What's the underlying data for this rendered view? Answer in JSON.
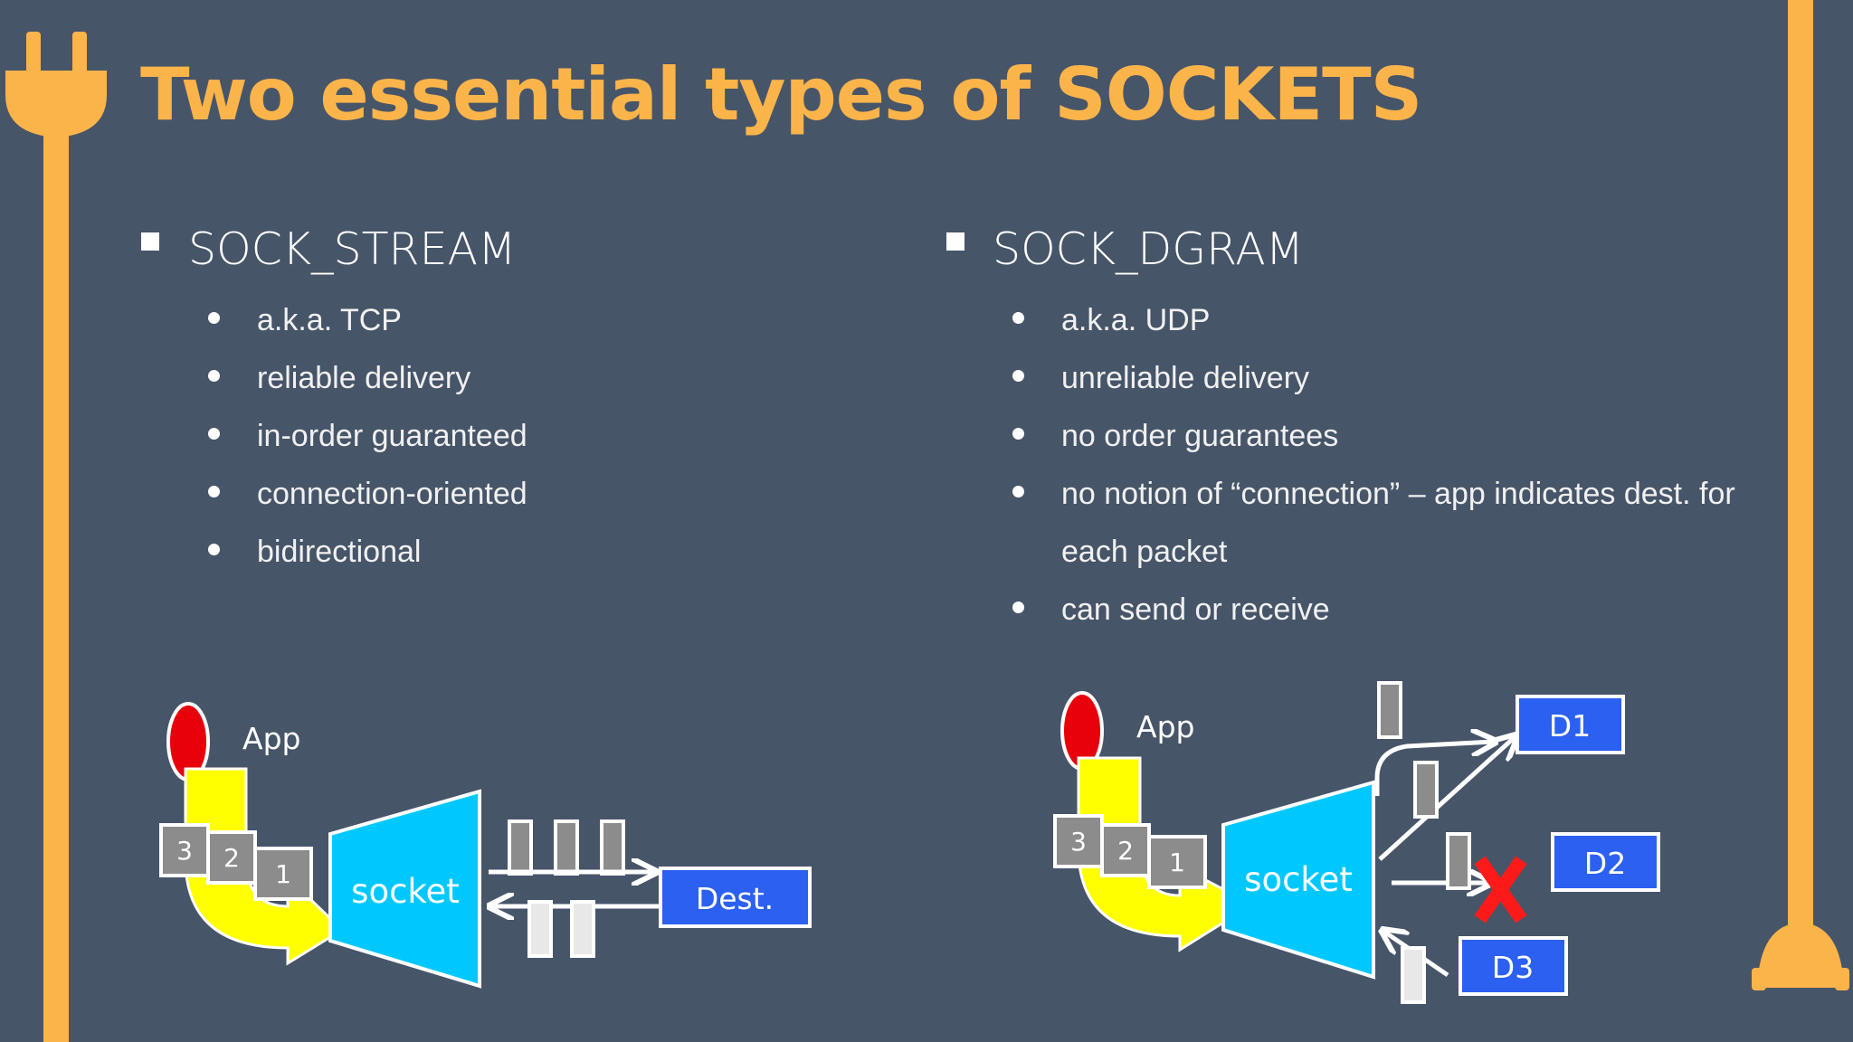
{
  "slide": {
    "title": "Two essential types of SOCKETS",
    "accent_color": "#fbb44a",
    "background_color": "#475569",
    "decoration": {
      "left": "power-plug-icon",
      "right": "power-plug-icon"
    }
  },
  "left_column": {
    "heading": "SOCK_STREAM",
    "bullets": [
      "a.k.a. TCP",
      "reliable delivery",
      "in-order guaranteed",
      "connection-oriented",
      "bidirectional"
    ],
    "diagram": {
      "app_label": "App",
      "socket_label": "socket",
      "packets": [
        "3",
        "2",
        "1"
      ],
      "dest_label": "Dest."
    }
  },
  "right_column": {
    "heading": "SOCK_DGRAM",
    "bullets": [
      "a.k.a. UDP",
      "unreliable delivery",
      "no order guarantees",
      "no notion of “connection” – app indicates dest. for",
      "can send or receive"
    ],
    "bullet_continuation": "each packet",
    "diagram": {
      "app_label": "App",
      "socket_label": "socket",
      "packets": [
        "3",
        "2",
        "1"
      ],
      "destinations": [
        "D1",
        "D2",
        "D3"
      ],
      "drop_icon": "red-x-icon"
    }
  }
}
